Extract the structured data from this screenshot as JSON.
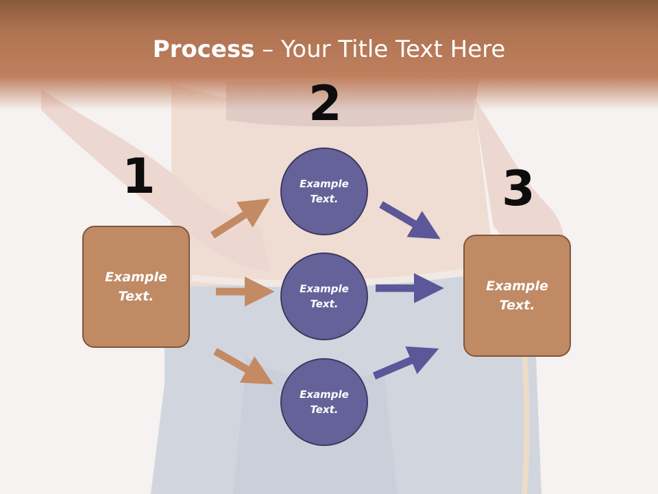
{
  "title": {
    "bold": "Process",
    "rest": " – Your Title Text Here"
  },
  "steps": [
    {
      "number": "1",
      "label": "Example Text."
    },
    {
      "number": "2",
      "nodes": [
        "Example Text.",
        "Example Text.",
        "Example Text."
      ]
    },
    {
      "number": "3",
      "label": "Example Text."
    }
  ],
  "colors": {
    "header": "#b07452",
    "box_fill": "#c08a65",
    "box_border": "#7f5538",
    "circle_fill": "#65629a",
    "circle_border": "#3b3960",
    "arrow_left": "#c48a64",
    "arrow_right": "#5b5799"
  }
}
